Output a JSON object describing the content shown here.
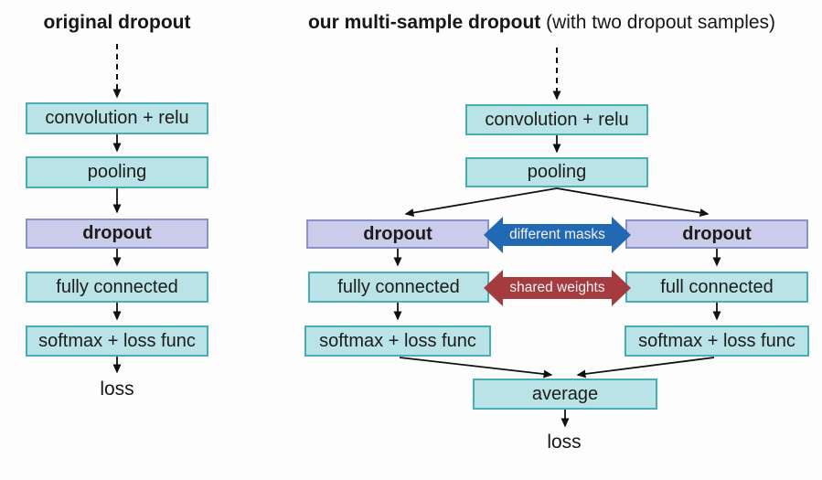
{
  "palette": {
    "teal_fill": "#b9e3e6",
    "teal_border": "#47aeb3",
    "purple_fill": "#cbcce9",
    "purple_border": "#8a90c8",
    "arrow_blue": "#2269b3",
    "arrow_red": "#a43c3f",
    "ink": "#1c1c1c"
  },
  "left": {
    "title": "original dropout",
    "nodes": {
      "conv": "convolution + relu",
      "pooling": "pooling",
      "dropout": "dropout",
      "fc": "fully connected",
      "softmax": "softmax + loss func"
    },
    "loss_label": "loss"
  },
  "right": {
    "title_bold": "our multi-sample dropout",
    "title_note": " (with two dropout samples)",
    "nodes": {
      "conv": "convolution + relu",
      "pooling": "pooling",
      "dropout_left": "dropout",
      "dropout_right": "dropout",
      "fc_left": "fully connected",
      "fc_right": "full connected",
      "softmax_left": "softmax + loss func",
      "softmax_right": "softmax + loss func",
      "average": "average"
    },
    "connectors": {
      "masks": "different masks",
      "weights": "shared weights"
    },
    "loss_label": "loss"
  }
}
